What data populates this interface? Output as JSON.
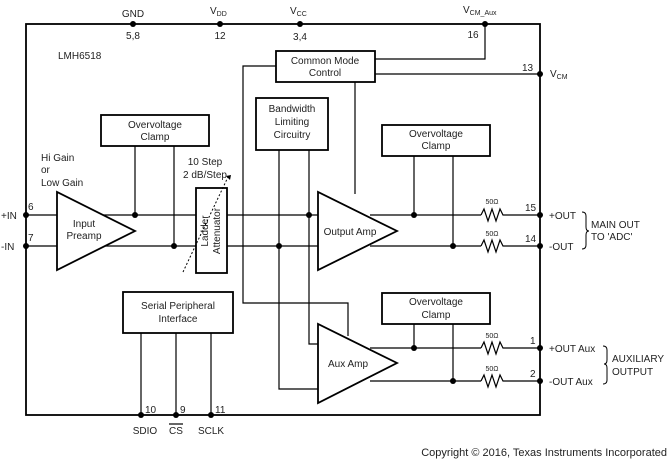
{
  "chip": {
    "name": "LMH6518"
  },
  "top_pins": [
    {
      "id": "gnd",
      "label": "GND",
      "sub": "",
      "pins": "5,8"
    },
    {
      "id": "vdd",
      "label": "V",
      "sub": "DD",
      "pins": "12"
    },
    {
      "id": "vcc",
      "label": "V",
      "sub": "CC",
      "pins": "3,4"
    },
    {
      "id": "vcm-aux",
      "label": "V",
      "sub": "CM_Aux",
      "pins": "16"
    }
  ],
  "right_pins": {
    "vcm": {
      "label": "V",
      "sub": "CM",
      "pin": "13"
    },
    "out_pos": {
      "label": "+OUT",
      "pin": "15"
    },
    "out_neg": {
      "label": "-OUT",
      "pin": "14"
    },
    "aux_pos": {
      "label": "+OUT Aux",
      "pin": "1"
    },
    "aux_neg": {
      "label": "-OUT Aux",
      "pin": "2"
    }
  },
  "left_pins": {
    "in_pos": {
      "label": "+IN",
      "pin": "6"
    },
    "in_neg": {
      "label": "-IN",
      "pin": "7"
    }
  },
  "bottom_pins": {
    "sdio": {
      "label": "SDIO",
      "pin": "10"
    },
    "cs": {
      "label": "CS",
      "pin": "9"
    },
    "sclk": {
      "label": "SCLK",
      "pin": "11"
    }
  },
  "blocks": {
    "common_mode": [
      "Common Mode",
      "Control"
    ],
    "bandwidth": [
      "Bandwidth",
      "Limiting",
      "Circuitry"
    ],
    "clamp1": [
      "Overvoltage",
      "Clamp"
    ],
    "clamp2": [
      "Overvoltage",
      "Clamp"
    ],
    "clamp3": [
      "Overvoltage",
      "Clamp"
    ],
    "spi": [
      "Serial Peripheral",
      "Interface"
    ],
    "ladder": [
      "Ladder",
      "Attenuator"
    ]
  },
  "amps": {
    "preamp": [
      "Input",
      "Preamp"
    ],
    "output": "Output Amp",
    "aux": "Aux Amp"
  },
  "annotations": {
    "gain": [
      "Hi Gain",
      "or",
      "Low Gain"
    ],
    "step": [
      "10 Step",
      "2 dB/Step"
    ],
    "main_out": [
      "MAIN OUT",
      "TO 'ADC'"
    ],
    "aux_out": [
      "AUXILIARY",
      "OUTPUT"
    ],
    "resistor": "50Ω"
  },
  "copyright": "Copyright © 2016, Texas Instruments Incorporated"
}
